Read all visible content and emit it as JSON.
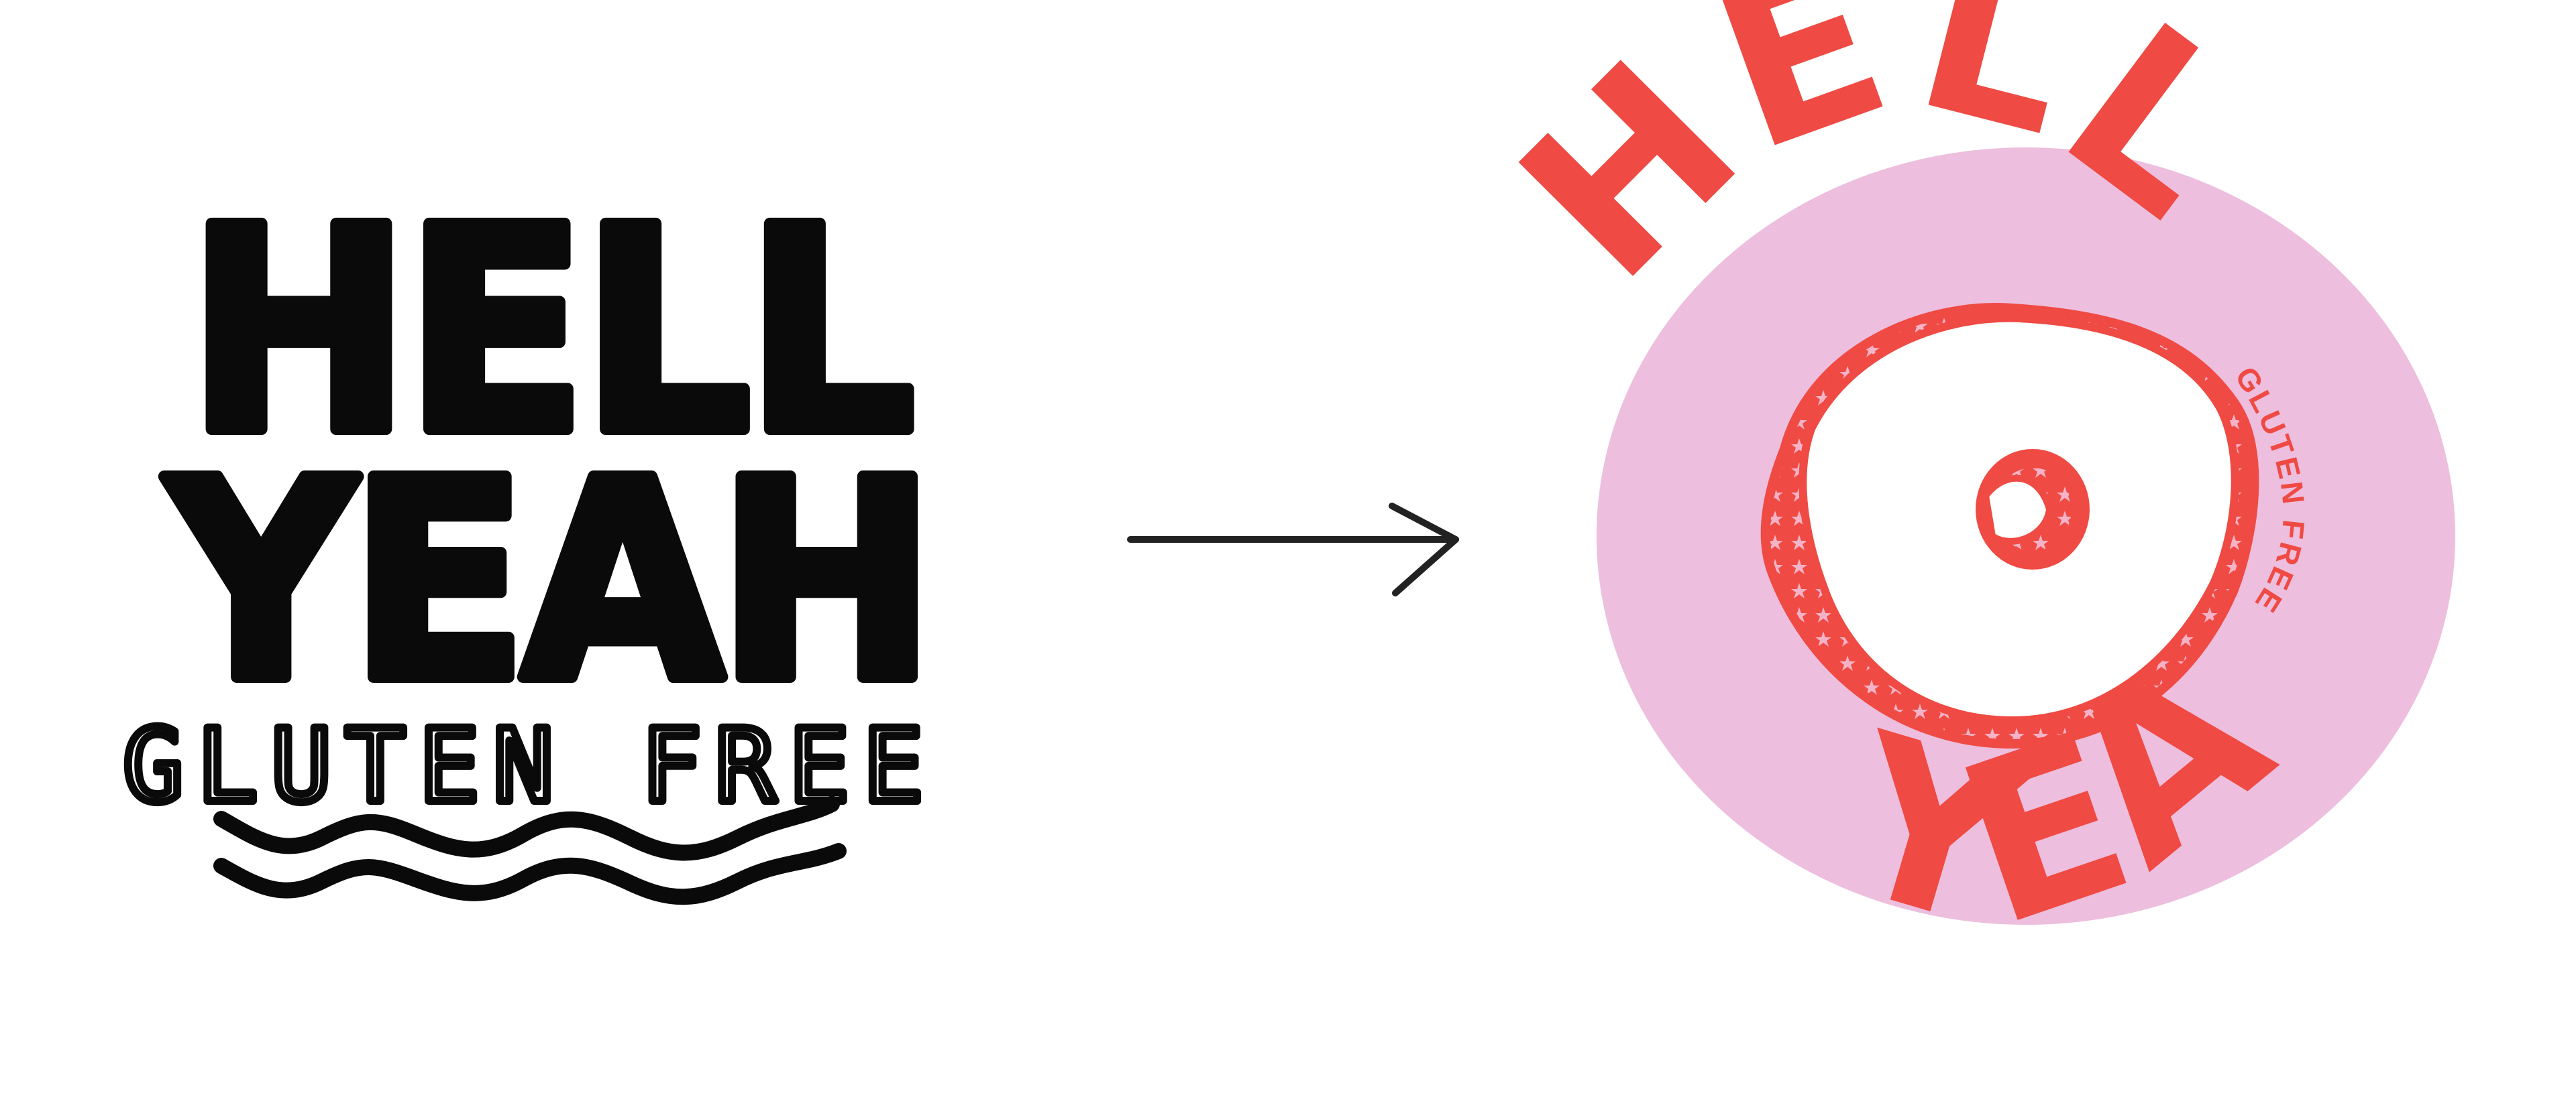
{
  "before_logo": {
    "line1": "HELL",
    "line2": "YEAH",
    "tagline": "GLUTEN FREE",
    "ink_color": "#0a0a0a"
  },
  "transition": {
    "icon": "arrow-right-icon",
    "color": "#222222"
  },
  "after_logo": {
    "top_word": "HELL",
    "bottom_word": "YEAH",
    "badge_text": "GLUTEN FREE",
    "icon": "bagel-icon",
    "text_color": "#ef4a43",
    "background_color": "#edbedd",
    "bagel_fill": "#ffffff",
    "bagel_stroke": "#ef4a43"
  }
}
